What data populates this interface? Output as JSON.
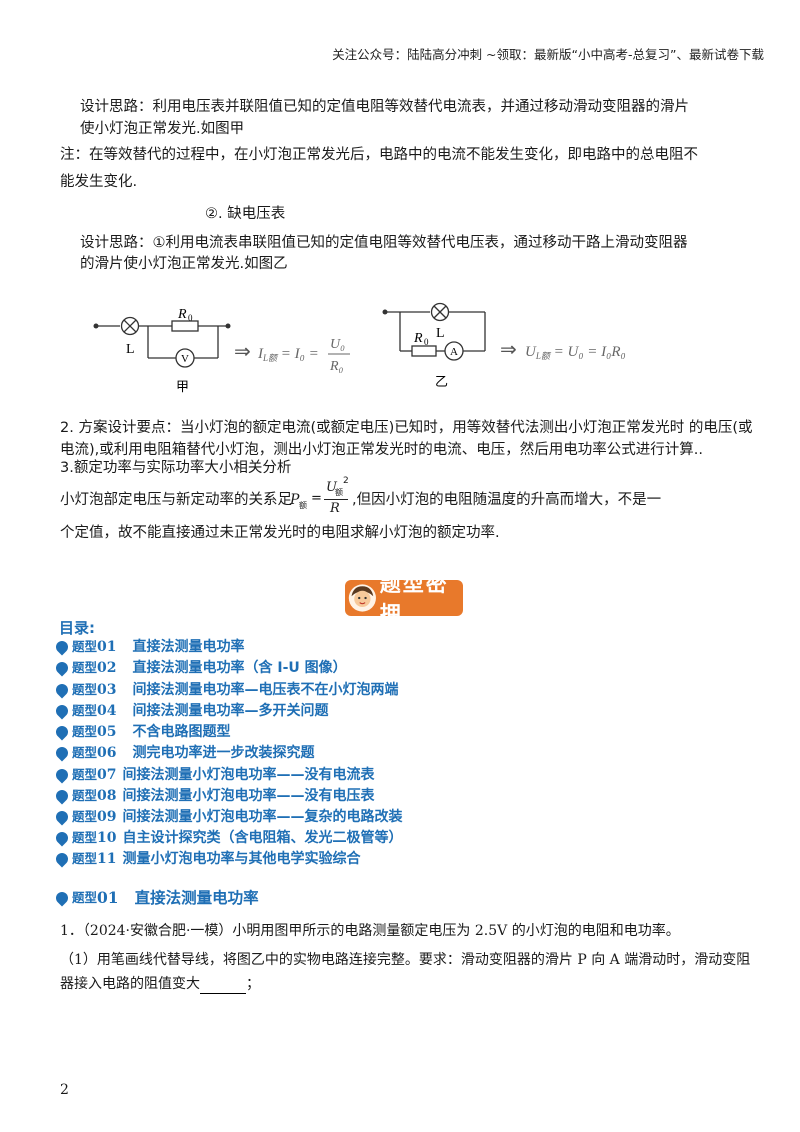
{
  "header": "关注公众号：陆陆高分冲刺 ~领取：最新版“小中高考-总复习”、最新试卷下载",
  "paras": {
    "p1a": "设计思路：利用电压表并联阻值已知的定值电阻等效替代电流表，并通过移动滑动变阻器的滑片",
    "p1b": "使小灯泡正常发光.如图甲",
    "p2a": "注：在等效替代的过程中，在小灯泡正常发光后，电路中的电流不能发生变化，即电路中的总电阻不",
    "p2b": "能发生变化.",
    "p3": "②. 缺电压表",
    "p4a": "设计思路：①利用电流表串联阻值已知的定值电阻等效替代电压表，通过移动干路上滑动变阻器",
    "p4b": "的滑片使小灯泡正常发光.如图乙",
    "p5a": "2. 方案设计要点：当小灯泡的额定电流(或额定电压)已知时，用等效替代法测出小灯泡正常发光时 的电压(或",
    "p5b": "电流),或利用电阻箱替代小灯泡，测出小灯泡正常发光时的电流、电压，然后用电功率公式进行计算..",
    "p6": "3.额定功率与实际功率大小相关分析",
    "p7_pre": "小灯泡部定电压与新定动率的关系足",
    "p7_post": ",但因小灯泡的电阻随温度的升高而增大，不是一",
    "p8": "个定值，故不能直接通过未正常发光时的电阻求解小灯泡的额定功率."
  },
  "formula": {
    "P": "P",
    "sub": "额",
    "U": "U",
    "R": "R",
    "exp": "2"
  },
  "circuits": {
    "jia": {
      "R": "R",
      "sub": "0",
      "lamp": "L",
      "meter": "V",
      "caption": "甲",
      "arrow": "⇒",
      "eq": "I",
      "eq_sub": "L额",
      "eq_tail": " = I₀ =",
      "frac_num": "U₀",
      "frac_den": "R₀"
    },
    "yi": {
      "R": "R",
      "sub": "0",
      "lamp": "L",
      "meter": "A",
      "caption": "乙",
      "arrow": "⇒",
      "eq": "U",
      "eq_sub": "L额",
      "eq_tail": " = U₀ = I₀R₀"
    }
  },
  "badge": "题型密押",
  "toc": {
    "title": "目录:",
    "prefix": "题型",
    "items": [
      {
        "num": "01",
        "label": "直接法测量电功率"
      },
      {
        "num": "02",
        "label": "直接法测量电功率（含 I-U 图像）"
      },
      {
        "num": "03",
        "label": "间接法测量电功率—电压表不在小灯泡两端"
      },
      {
        "num": "04",
        "label": "间接法测量电功率—多开关问题"
      },
      {
        "num": "05",
        "label": "不含电路图题型"
      },
      {
        "num": "06",
        "label": "测完电功率进一步改装探究题"
      },
      {
        "num": "07",
        "label": "间接法测量小灯泡电功率——没有电流表"
      },
      {
        "num": "08",
        "label": "间接法测量小灯泡电功率——没有电压表"
      },
      {
        "num": "09",
        "label": "间接法测量小灯泡电功率——复杂的电路改装"
      },
      {
        "num": "10",
        "label": "自主设计探究类（含电阻箱、发光二极管等）"
      },
      {
        "num": "11",
        "label": "测量小灯泡电功率与其他电学实验综合"
      }
    ]
  },
  "section": {
    "prefix": "题型",
    "num": "01",
    "label": "直接法测量电功率"
  },
  "question": {
    "q1": "1．（2024·安徽合肥·一模）小明用图甲所示的电路测量额定电压为 2.5V 的小灯泡的电阻和电功率。",
    "q2": "（1）用笔画线代替导线，将图乙中的实物电路连接完整。要求：滑动变阻器的滑片 P 向 A 端滑动时，滑动变阻",
    "q3": "器接入电路的阻值变大",
    "q3_tail": "；"
  },
  "page_number": "2",
  "colors": {
    "accent": "#1f6fb5",
    "badge": "#e8792b"
  }
}
